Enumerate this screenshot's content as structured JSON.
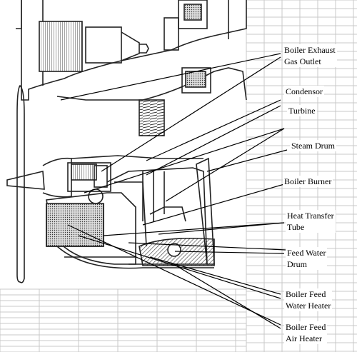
{
  "labels": {
    "boiler_exhaust": [
      "Boiler Exhaust",
      "Gas Outlet"
    ],
    "condensor": [
      "Condensor"
    ],
    "turbine": [
      "Turbine"
    ],
    "steam_drum": [
      "Steam Drum"
    ],
    "boiler_burner": [
      "Boiler Burner"
    ],
    "heat_transfer": [
      "Heat Transfer",
      "Tube"
    ],
    "feed_water_drum": [
      "Feed Water",
      "Drum"
    ],
    "feed_water_heater": [
      "Boiler Feed",
      "Water Heater"
    ],
    "feed_air_heater": [
      "Boiler Feed",
      "Air Heater"
    ]
  }
}
